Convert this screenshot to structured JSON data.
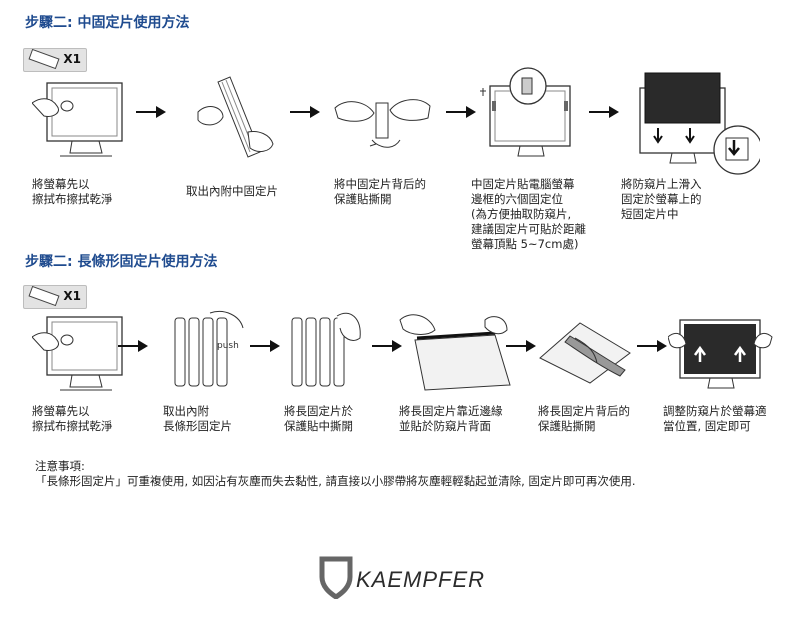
{
  "section1": {
    "title": "步驟二: 中固定片使用方法",
    "badge_qty": "X1",
    "steps": [
      {
        "caption": "將螢幕先以\n擦拭布擦拭乾淨"
      },
      {
        "caption": "取出內附中固定片"
      },
      {
        "caption": "將中固定片背后的\n保護貼撕開"
      },
      {
        "caption": "中固定片貼電腦螢幕\n邊框的六個固定位\n(為方便抽取防窺片,\n建議固定片可貼於距離\n螢幕頂點 5~7cm處)"
      },
      {
        "caption": "將防窺片上滑入\n固定於螢幕上的\n短固定片中"
      }
    ]
  },
  "section2": {
    "title": "步驟二: 長條形固定片使用方法",
    "badge_qty": "X1",
    "push_label": "push",
    "steps": [
      {
        "caption": "將螢幕先以\n擦拭布擦拭乾淨"
      },
      {
        "caption": "取出內附\n長條形固定片"
      },
      {
        "caption": "將長固定片於\n保護貼中撕開"
      },
      {
        "caption": "將長固定片靠近邊緣\n並貼於防窺片背面"
      },
      {
        "caption": "將長固定片背后的\n保護貼撕開"
      },
      {
        "caption": "調整防窺片於螢幕適\n當位置, 固定即可"
      }
    ]
  },
  "notes": {
    "title": "注意事項:",
    "body": "「長條形固定片」可重複使用, 如因沾有灰塵而失去黏性, 請直接以小膠帶將灰塵輕輕黏起並清除, 固定片即可再次使用."
  },
  "logo": {
    "text": "KAEMPFER"
  }
}
